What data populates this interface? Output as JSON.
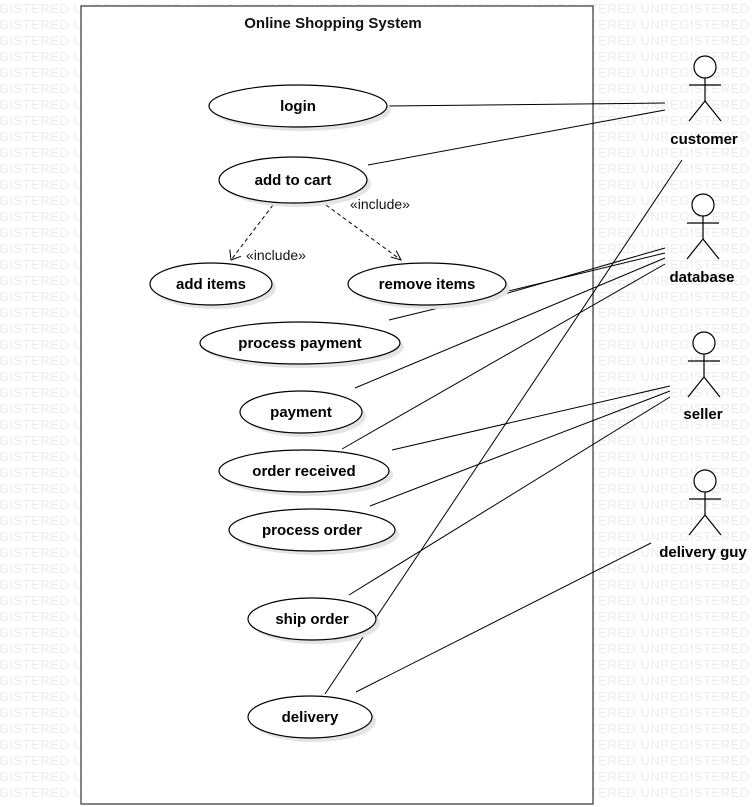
{
  "watermark": {
    "text": "UNREGISTERED"
  },
  "system": {
    "title": "Online Shopping System"
  },
  "use_cases": {
    "login": "login",
    "add_to_cart": "add to cart",
    "add_items": "add items",
    "remove_items": "remove items",
    "process_payment": "process payment",
    "payment": "payment",
    "order_received": "order received",
    "process_order": "process order",
    "ship_order": "ship order",
    "delivery": "delivery"
  },
  "actors": {
    "customer": "customer",
    "database": "database",
    "seller": "seller",
    "delivery_guy": "delivery guy"
  },
  "relationships": {
    "include_label": "«include»"
  },
  "colors": {
    "watermark": "#ececec",
    "shadow": "#e4e4e4",
    "line": "#000000"
  }
}
